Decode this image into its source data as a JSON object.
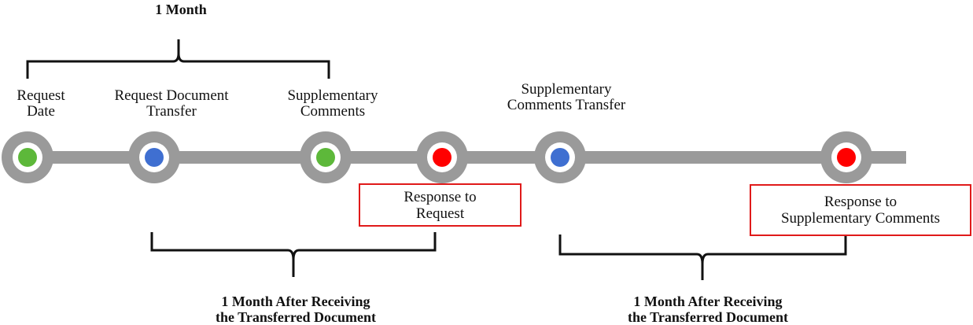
{
  "brackets": {
    "top": {
      "label": "1 Month"
    },
    "bottom_left": {
      "line1": "1 Month After Receiving",
      "line2": "the Transferred Document"
    },
    "bottom_right": {
      "line1": "1 Month After Receiving",
      "line2": "the Transferred Document"
    }
  },
  "nodes": [
    {
      "id": "request-date",
      "color": "#5db83a",
      "label_lines": [
        "Request",
        "Date"
      ]
    },
    {
      "id": "request-document-transfer",
      "color": "#3f6fd1",
      "label_lines": [
        "Request Document",
        "Transfer"
      ]
    },
    {
      "id": "supplementary-comments",
      "color": "#5db83a",
      "label_lines": [
        "Supplementary",
        "Comments"
      ]
    },
    {
      "id": "response-to-request",
      "color": "#ff0000",
      "label_lines": [
        "Response to",
        "Request"
      ]
    },
    {
      "id": "supplementary-comments-transfer",
      "color": "#3f6fd1",
      "label_lines": [
        "Supplementary",
        "Comments Transfer"
      ]
    },
    {
      "id": "response-to-supplementary-comments",
      "color": "#ff0000",
      "label_lines": [
        "Response to",
        "Supplementary Comments"
      ]
    }
  ],
  "colors": {
    "track": "#9a9a9a",
    "ring": "#9a9a9a",
    "highlight_box": "#e01a1a",
    "bracket": "#111111"
  }
}
